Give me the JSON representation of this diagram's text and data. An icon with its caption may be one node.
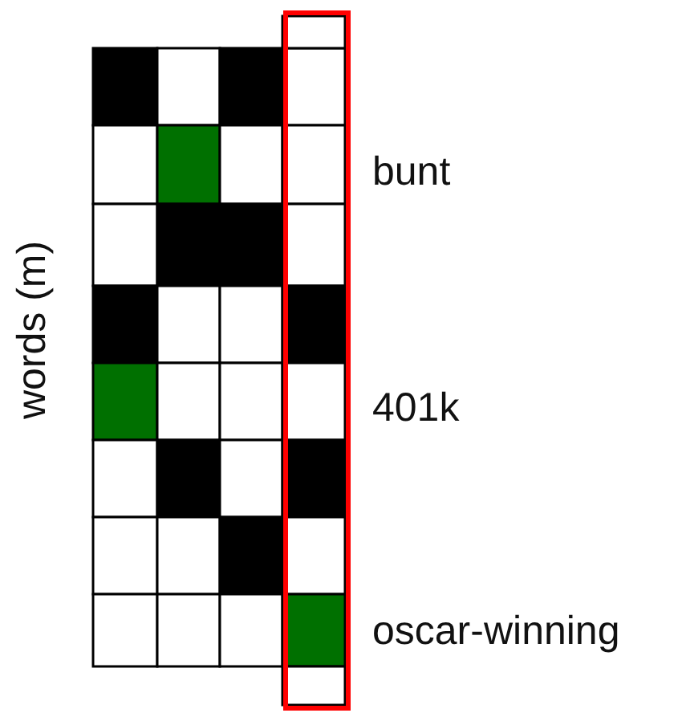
{
  "diagram": {
    "labels": [
      "words (m)",
      "bunt",
      "401k",
      "oscar-winning"
    ]
  }
}
